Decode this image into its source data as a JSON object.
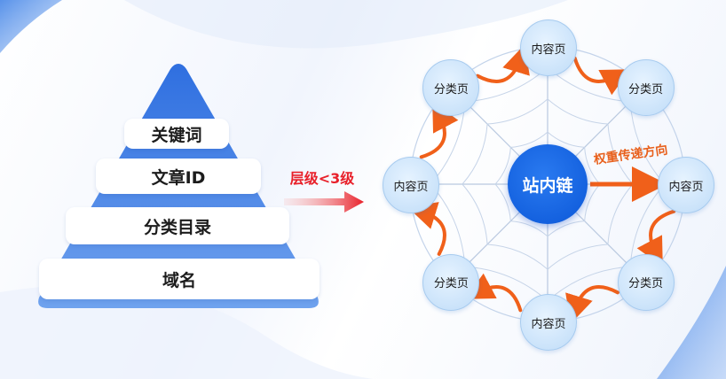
{
  "pyramid": {
    "tiers": [
      "关键词",
      "文章ID",
      "分类目录",
      "域名"
    ]
  },
  "middle_caption": "层级<3级",
  "network": {
    "hub_label": "站内链",
    "flow_label": "权重传递方向",
    "nodes": [
      "内容页",
      "分类页",
      "内容页",
      "分类页",
      "内容页",
      "分类页",
      "内容页",
      "分类页"
    ]
  },
  "colors": {
    "hub": "#0b57d8",
    "node_fill": "#bfdcf8",
    "arrow_orange": "#f0601a",
    "caption_red": "#e8202a"
  }
}
